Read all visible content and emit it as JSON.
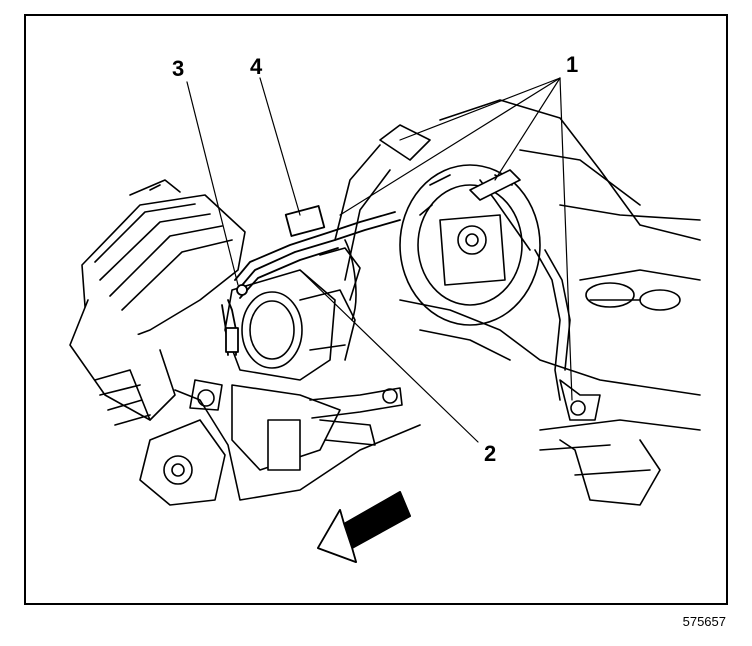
{
  "diagram": {
    "callouts": [
      {
        "id": "1",
        "label": "1"
      },
      {
        "id": "2",
        "label": "2"
      },
      {
        "id": "3",
        "label": "3"
      },
      {
        "id": "4",
        "label": "4"
      }
    ],
    "direction_arrow": {
      "meaning": "front-of-vehicle-arrow"
    },
    "figure_number": "575657"
  },
  "colors": {
    "line": "#000000",
    "background": "#ffffff"
  }
}
